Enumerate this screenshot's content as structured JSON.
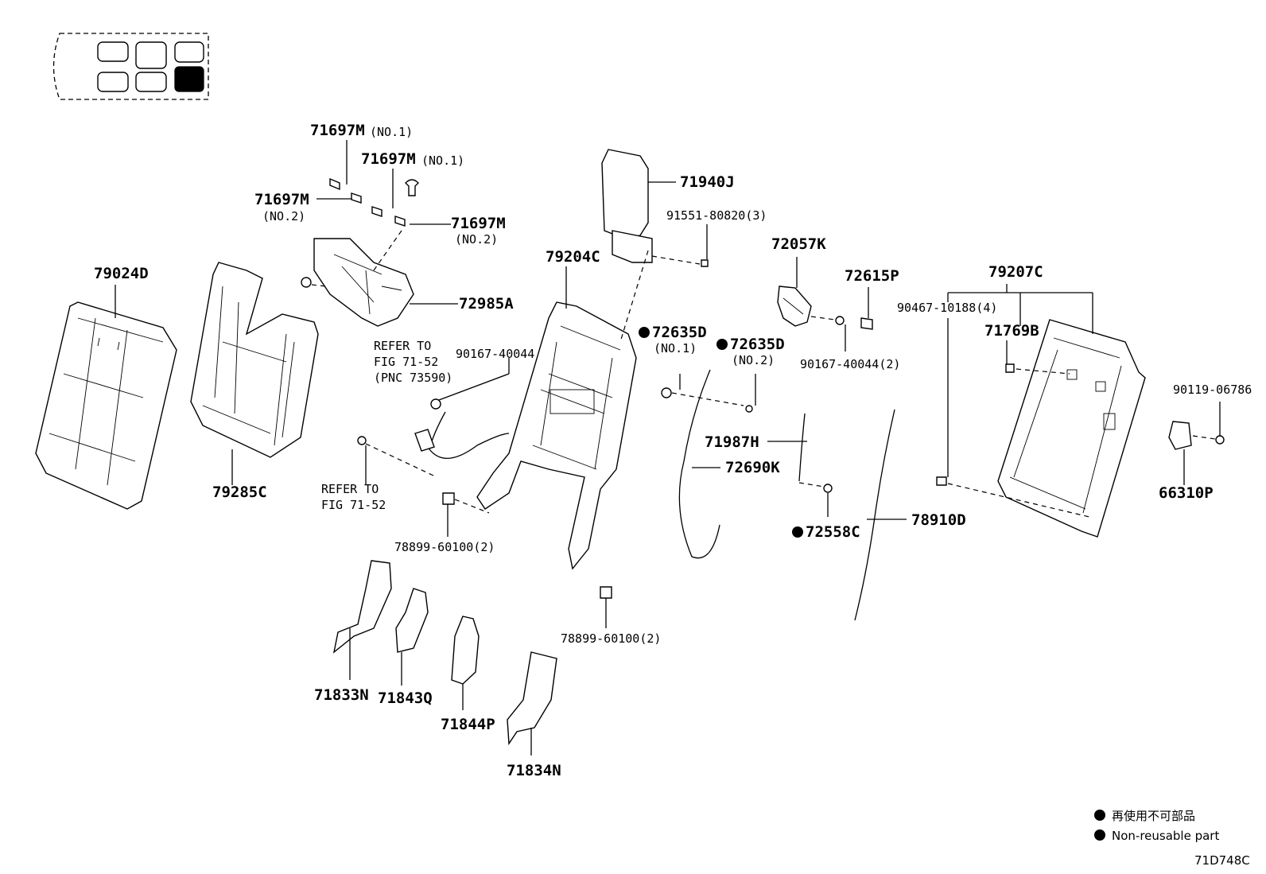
{
  "part_labels": {
    "p71697m_a": "71697M",
    "p71697m_a_note": "(NO.1)",
    "p71697m_b": "71697M",
    "p71697m_b_note": "(NO.1)",
    "p71697m_c": "71697M",
    "p71697m_c_note": "(NO.2)",
    "p71697m_d": "71697M",
    "p71697m_d_note": "(NO.2)",
    "p79024d": "79024D",
    "p79285c": "79285C",
    "p72985a": "72985A",
    "p79204c": "79204C",
    "p71940j": "71940J",
    "p91551": "91551-80820(3)",
    "p72057k": "72057K",
    "p72615p": "72615P",
    "p79207c": "79207C",
    "p90467": "90467-10188(4)",
    "p71769b": "71769B",
    "p72635d_1": "72635D",
    "p72635d_1_note": "(NO.1)",
    "p72635d_2": "72635D",
    "p72635d_2_note": "(NO.2)",
    "p90167_a": "90167-40044(2)",
    "p90167_b": "90167-40044",
    "p90119": "90119-06786",
    "p71987h": "71987H",
    "p72690k": "72690K",
    "p66310p": "66310P",
    "p72558c": "72558C",
    "p78910d": "78910D",
    "p78899_a": "78899-60100(2)",
    "p78899_b": "78899-60100(2)",
    "p71833n": "71833N",
    "p71843q": "71843Q",
    "p71844p": "71844P",
    "p71834n": "71834N"
  },
  "refer_notes": {
    "ref1_l1": "REFER TO",
    "ref1_l2": "FIG 71-52",
    "ref1_l3": "(PNC 73590)",
    "ref2_l1": "REFER TO",
    "ref2_l2": "FIG 71-52"
  },
  "legend": {
    "jp": "再使用不可部品",
    "en": "Non-reusable part"
  },
  "diagram_code": "71D748C"
}
